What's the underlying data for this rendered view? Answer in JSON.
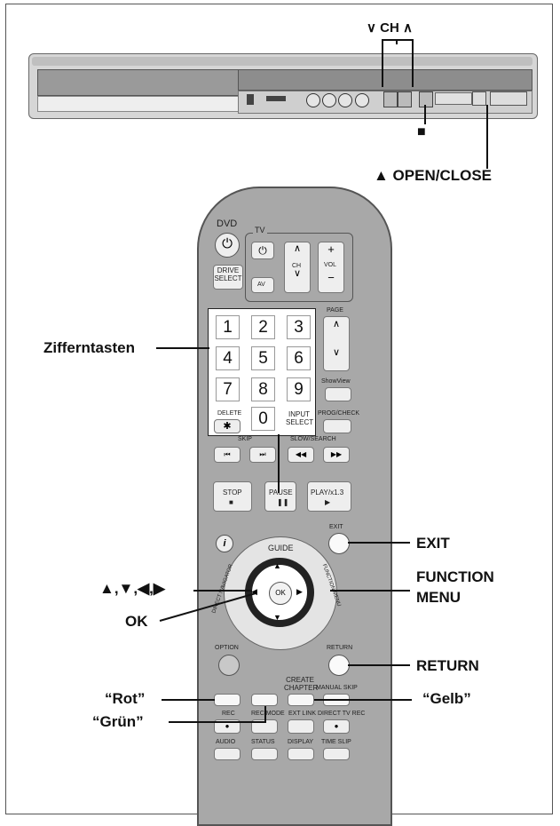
{
  "deck": {
    "ch_label": "∨ CH ∧",
    "stop_label": "■",
    "open_close_label": "▲ OPEN/CLOSE"
  },
  "callouts": {
    "numbers": "Zifferntasten",
    "exit": "EXIT",
    "function_menu_1": "FUNCTION",
    "function_menu_2": "MENU",
    "arrows": "▲,▼,◀,▶",
    "ok": "OK",
    "return": "RETURN",
    "red": "“Rot”",
    "yellow": "“Gelb”",
    "green": "“Grün”"
  },
  "remote": {
    "dvd": "DVD",
    "tv": "TV",
    "drive_select": "DRIVE\nSELECT",
    "av": "AV",
    "ch": "CH",
    "vol": "VOL",
    "page": "PAGE",
    "numbers": [
      "1",
      "2",
      "3",
      "4",
      "5",
      "6",
      "7",
      "8",
      "9",
      "0"
    ],
    "delete": "DELETE",
    "input_select": "INPUT\nSELECT",
    "prog_check": "PROG/CHECK",
    "show_view": "ShowView",
    "skip": "SKIP",
    "slow_search": "SLOW/SEARCH",
    "stop": "STOP",
    "pause": "PAUSE",
    "play": "PLAY/x1.3",
    "exit": "EXIT",
    "guide": "GUIDE",
    "function_menu": "FUNCTION MENU",
    "direct_navigator": "DIRECT NAVIGATOR",
    "ok": "OK",
    "option": "OPTION",
    "return": "RETURN",
    "create_chapter": "CREATE\nCHAPTER",
    "manual_skip": "MANUAL SKIP",
    "rec": "REC",
    "rec_mode": "REC MODE",
    "ext_link": "EXT LINK",
    "direct_tv_rec": "DIRECT TV REC",
    "audio": "AUDIO",
    "status": "STATUS",
    "display": "DISPLAY",
    "time_slip": "TIME SLIP"
  }
}
